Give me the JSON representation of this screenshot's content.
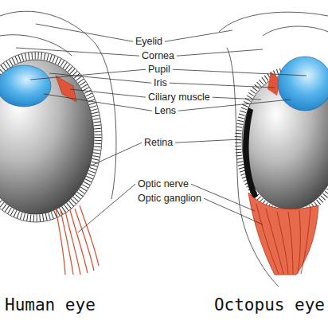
{
  "diagram": {
    "labels": [
      "Eyelid",
      "Cornea",
      "Pupil",
      "Iris",
      "Ciliary muscle",
      "Lens",
      "Retina",
      "Optic nerve",
      "Optic ganglion",
      "Human eye",
      "Octopus eye"
    ]
  }
}
